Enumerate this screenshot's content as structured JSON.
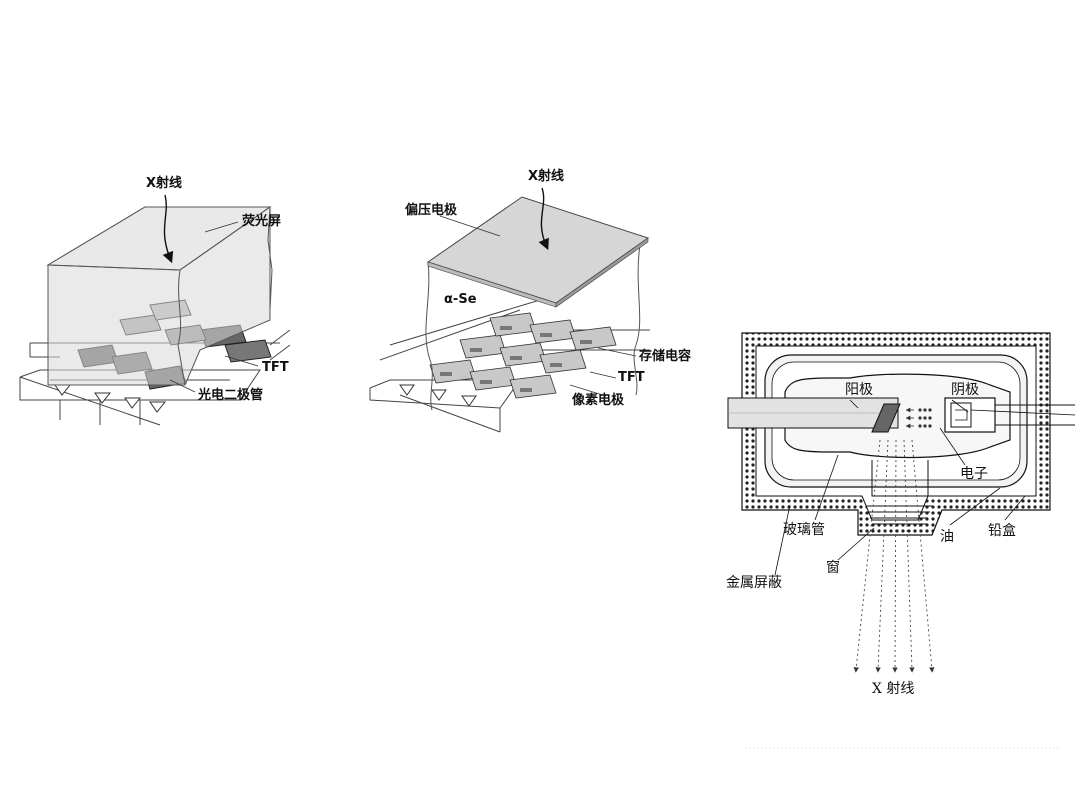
{
  "diagram_indirect": {
    "xray_label": "X射线",
    "scintillator_label": "荧光屏",
    "tft_label": "TFT",
    "photodiode_label": "光电二极管"
  },
  "diagram_direct": {
    "xray_label": "X射线",
    "bias_electrode_label": "偏压电极",
    "selenium_label": "α-Se",
    "storage_capacitor_label": "存储电容",
    "tft_label": "TFT",
    "pixel_electrode_label": "像素电极"
  },
  "diagram_tube": {
    "anode_label": "阳极",
    "cathode_label": "阴极",
    "electron_label": "电子",
    "glass_tube_label": "玻璃管",
    "oil_label": "油",
    "lead_box_label": "铅盒",
    "metal_shield_label": "金属屏蔽",
    "window_label": "窗",
    "xray_label": "X 射线"
  }
}
